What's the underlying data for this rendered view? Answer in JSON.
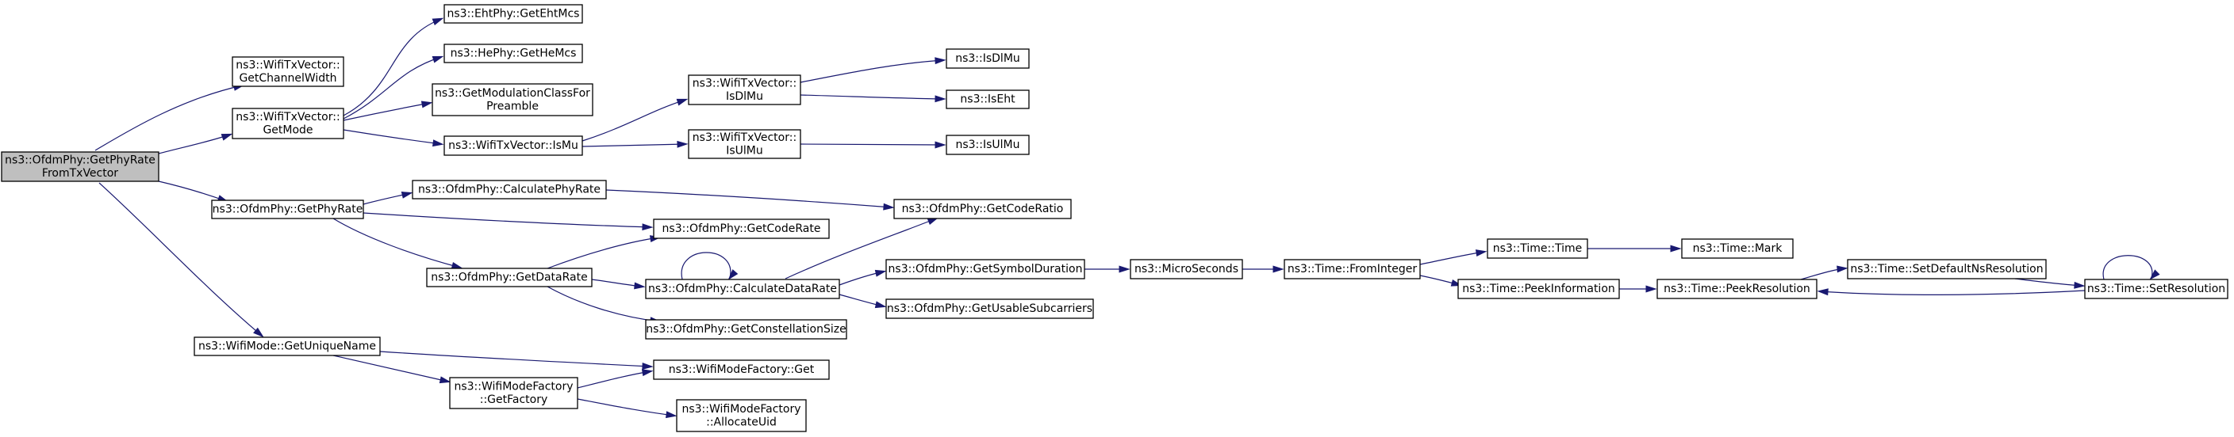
{
  "diagram": {
    "type": "call-graph",
    "nodes": [
      {
        "id": "root",
        "lines": [
          "ns3::OfdmPhy::GetPhyRate",
          "FromTxVector"
        ],
        "root": true
      },
      {
        "id": "getChannelWidth",
        "lines": [
          "ns3::WifiTxVector::",
          "GetChannelWidth"
        ]
      },
      {
        "id": "getMode",
        "lines": [
          "ns3::WifiTxVector::",
          "GetMode"
        ]
      },
      {
        "id": "getPhyRate",
        "lines": [
          "ns3::OfdmPhy::GetPhyRate"
        ]
      },
      {
        "id": "getUniqueName",
        "lines": [
          "ns3::WifiMode::GetUniqueName"
        ]
      },
      {
        "id": "ehtGetMcs",
        "lines": [
          "ns3::EhtPhy::GetEhtMcs"
        ]
      },
      {
        "id": "heGetMcs",
        "lines": [
          "ns3::HePhy::GetHeMcs"
        ]
      },
      {
        "id": "getModClass",
        "lines": [
          "ns3::GetModulationClassFor",
          "Preamble"
        ]
      },
      {
        "id": "isMu",
        "lines": [
          "ns3::WifiTxVector::IsMu"
        ]
      },
      {
        "id": "vecIsDlMu",
        "lines": [
          "ns3::WifiTxVector::",
          "IsDlMu"
        ]
      },
      {
        "id": "vecIsUlMu",
        "lines": [
          "ns3::WifiTxVector::",
          "IsUlMu"
        ]
      },
      {
        "id": "isDlMu",
        "lines": [
          "ns3::IsDlMu"
        ]
      },
      {
        "id": "isEht",
        "lines": [
          "ns3::IsEht"
        ]
      },
      {
        "id": "isUlMu",
        "lines": [
          "ns3::IsUlMu"
        ]
      },
      {
        "id": "calcPhyRate",
        "lines": [
          "ns3::OfdmPhy::CalculatePhyRate"
        ]
      },
      {
        "id": "getCodeRate",
        "lines": [
          "ns3::OfdmPhy::GetCodeRate"
        ]
      },
      {
        "id": "getDataRate",
        "lines": [
          "ns3::OfdmPhy::GetDataRate"
        ]
      },
      {
        "id": "calcDataRate",
        "lines": [
          "ns3::OfdmPhy::CalculateDataRate"
        ]
      },
      {
        "id": "getConstSize",
        "lines": [
          "ns3::OfdmPhy::GetConstellationSize"
        ]
      },
      {
        "id": "getCodeRatio",
        "lines": [
          "ns3::OfdmPhy::GetCodeRatio"
        ]
      },
      {
        "id": "getSymDur",
        "lines": [
          "ns3::OfdmPhy::GetSymbolDuration"
        ]
      },
      {
        "id": "getUsable",
        "lines": [
          "ns3::OfdmPhy::GetUsableSubcarriers"
        ]
      },
      {
        "id": "microSeconds",
        "lines": [
          "ns3::MicroSeconds"
        ]
      },
      {
        "id": "fromInteger",
        "lines": [
          "ns3::Time::FromInteger"
        ]
      },
      {
        "id": "timeTime",
        "lines": [
          "ns3::Time::Time"
        ]
      },
      {
        "id": "timeMark",
        "lines": [
          "ns3::Time::Mark"
        ]
      },
      {
        "id": "peekInfo",
        "lines": [
          "ns3::Time::PeekInformation"
        ]
      },
      {
        "id": "peekRes",
        "lines": [
          "ns3::Time::PeekResolution"
        ]
      },
      {
        "id": "setDefaultNs",
        "lines": [
          "ns3::Time::SetDefaultNsResolution"
        ]
      },
      {
        "id": "setRes",
        "lines": [
          "ns3::Time::SetResolution"
        ]
      },
      {
        "id": "factoryGet",
        "lines": [
          "ns3::WifiModeFactory::Get"
        ]
      },
      {
        "id": "getFactory",
        "lines": [
          "ns3::WifiModeFactory",
          "::GetFactory"
        ]
      },
      {
        "id": "allocUid",
        "lines": [
          "ns3::WifiModeFactory",
          "::AllocateUid"
        ]
      }
    ],
    "edges": [
      [
        "root",
        "getChannelWidth"
      ],
      [
        "root",
        "getMode"
      ],
      [
        "root",
        "getPhyRate"
      ],
      [
        "root",
        "getUniqueName"
      ],
      [
        "getMode",
        "ehtGetMcs"
      ],
      [
        "getMode",
        "heGetMcs"
      ],
      [
        "getMode",
        "getModClass"
      ],
      [
        "getMode",
        "isMu"
      ],
      [
        "isMu",
        "vecIsDlMu"
      ],
      [
        "isMu",
        "vecIsUlMu"
      ],
      [
        "vecIsDlMu",
        "isDlMu"
      ],
      [
        "vecIsDlMu",
        "isEht"
      ],
      [
        "vecIsUlMu",
        "isUlMu"
      ],
      [
        "getPhyRate",
        "calcPhyRate"
      ],
      [
        "getPhyRate",
        "getCodeRate"
      ],
      [
        "getPhyRate",
        "getDataRate"
      ],
      [
        "calcPhyRate",
        "getCodeRatio"
      ],
      [
        "getDataRate",
        "getCodeRate"
      ],
      [
        "getDataRate",
        "calcDataRate"
      ],
      [
        "getDataRate",
        "getConstSize"
      ],
      [
        "calcDataRate",
        "calcDataRate"
      ],
      [
        "calcDataRate",
        "getCodeRatio"
      ],
      [
        "calcDataRate",
        "getSymDur"
      ],
      [
        "calcDataRate",
        "getUsable"
      ],
      [
        "getSymDur",
        "microSeconds"
      ],
      [
        "microSeconds",
        "fromInteger"
      ],
      [
        "fromInteger",
        "timeTime"
      ],
      [
        "fromInteger",
        "peekInfo"
      ],
      [
        "timeTime",
        "timeMark"
      ],
      [
        "peekInfo",
        "peekRes"
      ],
      [
        "peekRes",
        "setDefaultNs"
      ],
      [
        "setDefaultNs",
        "setRes"
      ],
      [
        "setRes",
        "peekRes"
      ],
      [
        "setRes",
        "setRes"
      ],
      [
        "getUniqueName",
        "factoryGet"
      ],
      [
        "getUniqueName",
        "getFactory"
      ],
      [
        "getFactory",
        "factoryGet"
      ],
      [
        "getFactory",
        "allocUid"
      ]
    ]
  }
}
